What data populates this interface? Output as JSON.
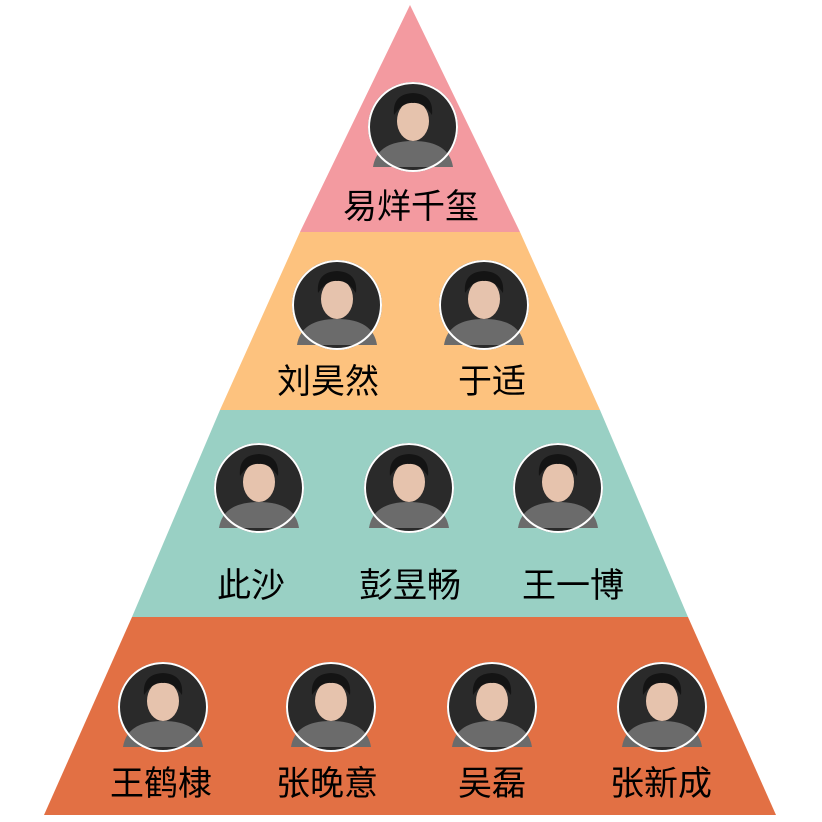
{
  "colors": {
    "tier1": "#f39aa0",
    "tier2": "#fdc27e",
    "tier3": "#99d0c4",
    "tier4": "#e27044",
    "avatar_bg": "#2a2a2a",
    "avatar_skin": "#e6c3ad",
    "avatar_hair": "#141414"
  },
  "tiers": [
    {
      "color": "#f39aa0",
      "people": [
        {
          "name": "易烊千玺",
          "icon": "portrait-photo"
        }
      ]
    },
    {
      "color": "#fdc27e",
      "people": [
        {
          "name": "刘昊然",
          "icon": "portrait-photo"
        },
        {
          "name": "于适",
          "icon": "portrait-photo"
        }
      ]
    },
    {
      "color": "#99d0c4",
      "people": [
        {
          "name": "此沙",
          "icon": "portrait-photo"
        },
        {
          "name": "彭昱畅",
          "icon": "portrait-photo"
        },
        {
          "name": "王一博",
          "icon": "portrait-photo"
        }
      ]
    },
    {
      "color": "#e27044",
      "people": [
        {
          "name": "王鹤棣",
          "icon": "portrait-photo"
        },
        {
          "name": "张晚意",
          "icon": "portrait-photo"
        },
        {
          "name": "吴磊",
          "icon": "portrait-photo"
        },
        {
          "name": "张新成",
          "icon": "portrait-photo"
        }
      ]
    }
  ]
}
